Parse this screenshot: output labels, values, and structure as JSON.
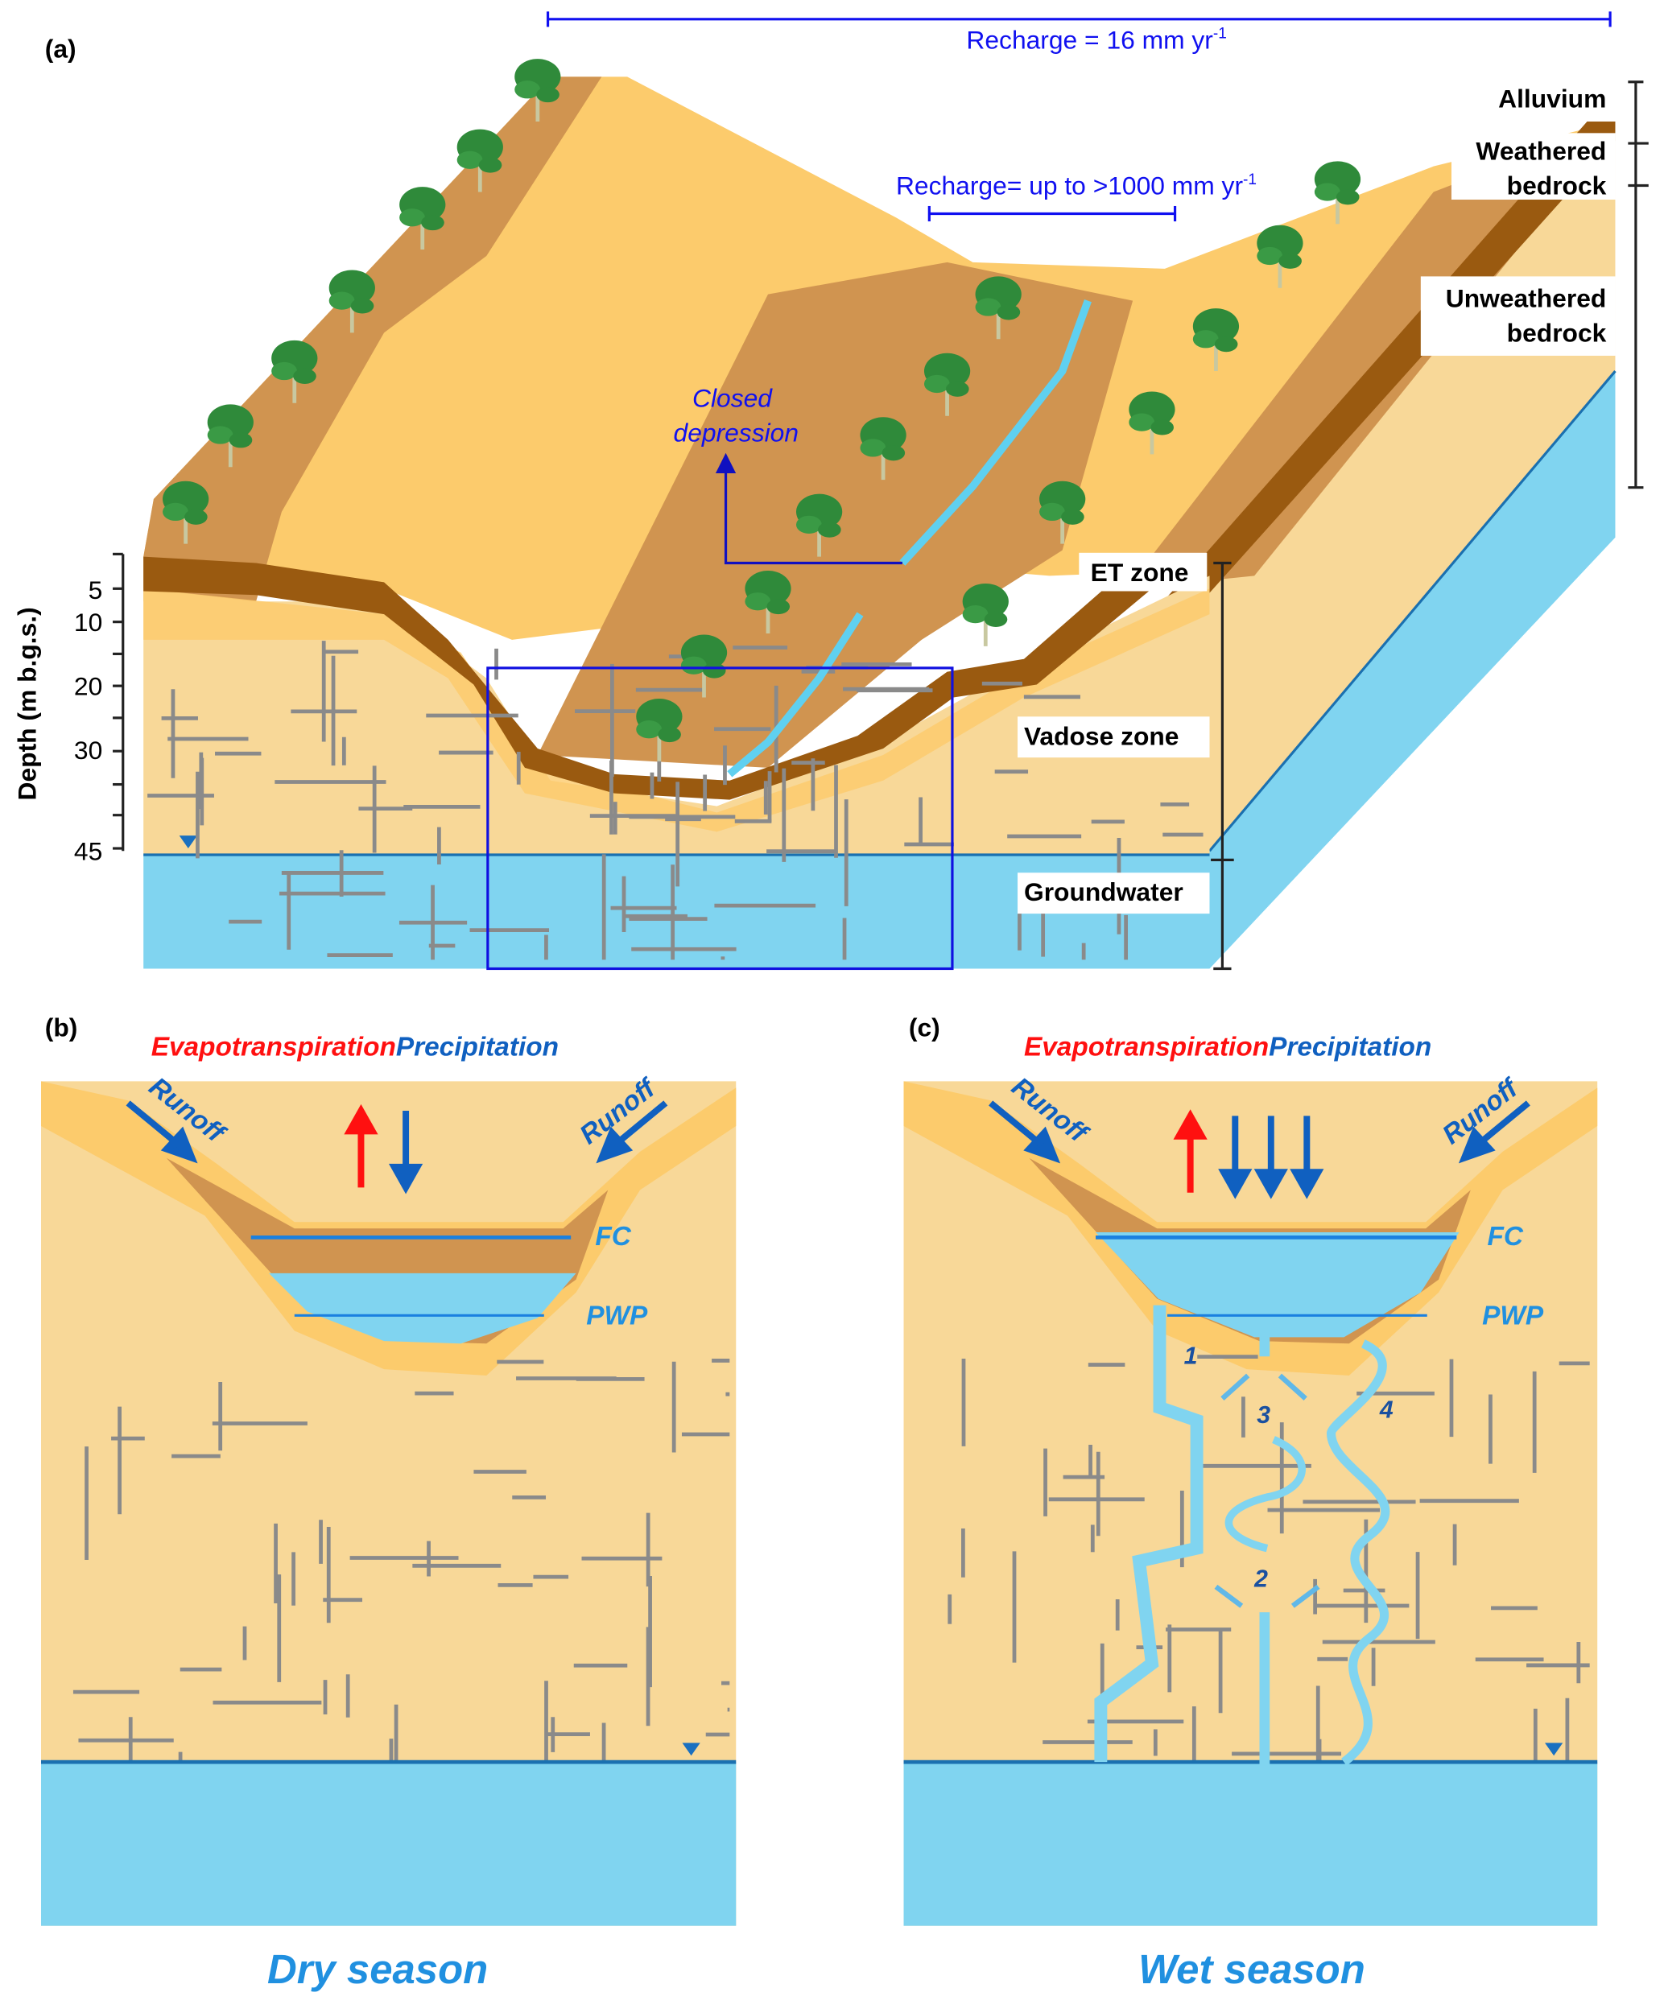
{
  "panel_a": {
    "label": "(a)",
    "recharge_regional": "Recharge = 16 mm yr",
    "recharge_regional_sup": "-1",
    "recharge_local": "Recharge= up to >1000 mm yr",
    "recharge_local_sup": "-1",
    "closed_depression": [
      "Closed",
      "depression"
    ],
    "layers": {
      "alluvium": "Alluvium",
      "weathered": [
        "Weathered",
        "bedrock"
      ],
      "unweathered": [
        "Unweathered",
        "bedrock"
      ]
    },
    "zones": {
      "et": "ET zone",
      "vadose": "Vadose zone",
      "groundwater": "Groundwater"
    },
    "depth_axis": {
      "title": "Depth (m b.g.s.)",
      "ticks": [
        "5",
        "10",
        "20",
        "30",
        "45"
      ]
    }
  },
  "panel_b": {
    "label": "(b)",
    "evapotranspiration": "Evapotranspiration",
    "precipitation": "Precipitation",
    "runoff_left": "Runoff",
    "runoff_right": "Runoff",
    "fc": "FC",
    "pwp": "PWP",
    "caption": "Dry season"
  },
  "panel_c": {
    "label": "(c)",
    "evapotranspiration": "Evapotranspiration",
    "precipitation": "Precipitation",
    "runoff_left": "Runoff",
    "runoff_right": "Runoff",
    "fc": "FC",
    "pwp": "PWP",
    "pathways": [
      "1",
      "2",
      "3",
      "4"
    ],
    "caption": "Wet season"
  },
  "colors": {
    "sand": "#f8d898",
    "alluvium": "#fccb6c",
    "soil": "#d09450",
    "clay": "#9a5a10",
    "water": "#80d4f0",
    "et": "#ff0000",
    "precip": "#1060c0"
  }
}
